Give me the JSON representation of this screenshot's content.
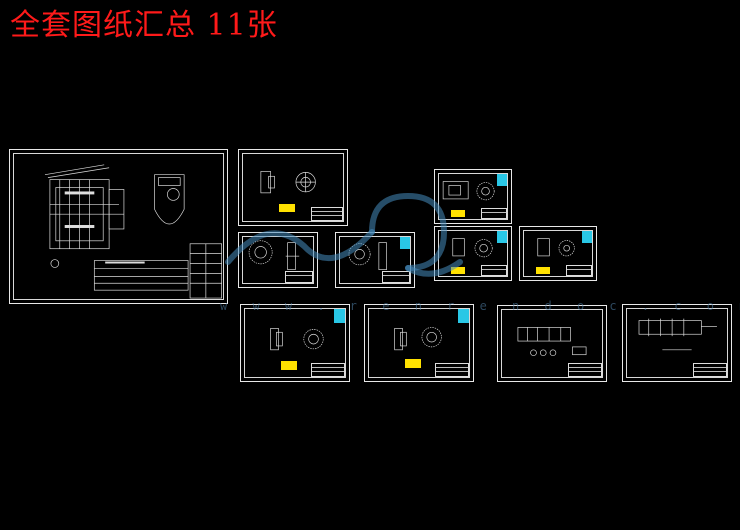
{
  "title": "全套图纸汇总  11张",
  "watermark_text": "w w w . r e n r e n d o c . c o m",
  "sheets": [
    {
      "id": "assembly"
    },
    {
      "id": "part-1"
    },
    {
      "id": "part-2"
    },
    {
      "id": "part-3"
    },
    {
      "id": "part-4"
    },
    {
      "id": "part-5"
    },
    {
      "id": "part-6"
    },
    {
      "id": "part-7"
    },
    {
      "id": "part-8"
    },
    {
      "id": "part-9"
    },
    {
      "id": "part-10"
    }
  ],
  "colors": {
    "background": "#000000",
    "title": "#ff1a1a",
    "line": "#e8e8e8",
    "accent": "#29c7e6",
    "highlight": "#ffe100"
  }
}
